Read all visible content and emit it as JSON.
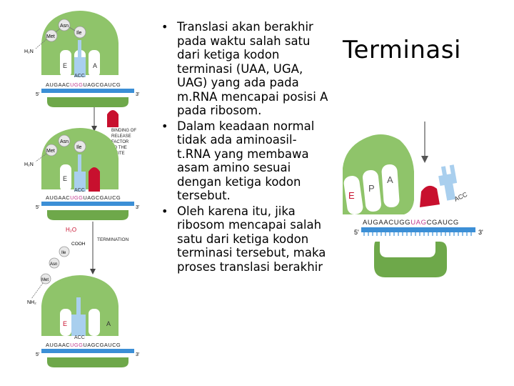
{
  "title": "Terminasi",
  "bullets": [
    "Translasi akan berakhir pada waktu salah satu dari ketiga kodon terminasi (UAA, UGA, UAG) yang ada pada m.RNA mencapai posisi A pada ribosom.",
    "Dalam keadaan normal tidak ada aminoasil-t.RNA yang membawa asam amino sesuai dengan ketiga kodon tersebut.",
    "Oleh karena itu, jika ribosom mencapai salah satu dari ketiga kodon terminasi tersebut, maka proses translasi berakhir"
  ],
  "left_diagram": {
    "amino_acids": {
      "asn": "Asn",
      "met": "Met",
      "ile": "Ile"
    },
    "amine": "H₂N",
    "site_e": "E",
    "site_a": "A",
    "anticodon": "ACC",
    "mrna_prefix": "AUGAAC",
    "mrna_highlight": "UGG",
    "mrna_mid": "UAG",
    "mrna_suffix": "CGAUCG",
    "five_prime": "5'",
    "three_prime": "3'",
    "binding_label": "BINDING OF RELEASE FACTOR TO THE A SITE",
    "termination_label": "TERMINATION",
    "water": "H₂O",
    "cooh": "COOH",
    "nh2": "NH₂"
  },
  "right_diagram": {
    "site_e": "E",
    "site_p": "P",
    "site_a": "A",
    "anticodon": "ACC",
    "mrna_prefix": "AUGAAC",
    "mrna_mid": "UGG",
    "mrna_highlight": "UAG",
    "mrna_suffix": "CGAUCG",
    "five_prime": "5'",
    "three_prime": "3'"
  },
  "colors": {
    "ribosome": "#8fc46a",
    "ribosome_dark": "#6ea84a",
    "release_factor": "#c8102e",
    "trna": "#a9cfee",
    "mrna": "#3c8fd6",
    "codon_highlight": "#c0388e"
  }
}
